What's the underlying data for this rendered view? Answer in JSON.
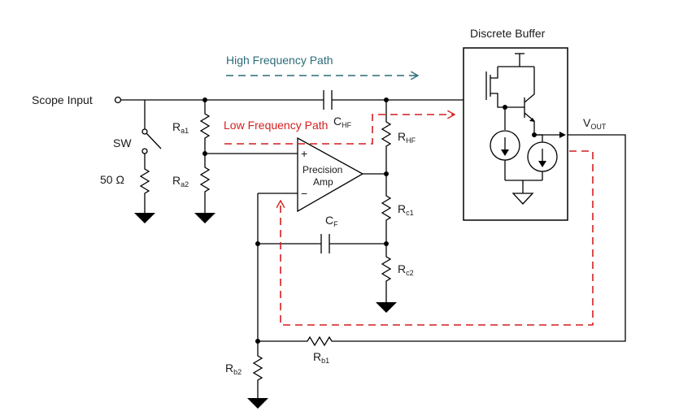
{
  "colors": {
    "hf_path": "#2b6b78",
    "lf_path": "#d21f1f",
    "wire": "#000000"
  },
  "labels": {
    "scope_input": "Scope Input",
    "sw": "SW",
    "r50": "50 Ω",
    "buffer_title": "Discrete Buffer",
    "hf_path": "High Frequency Path",
    "lf_path": "Low Frequency Path",
    "amp_line1": "Precision",
    "amp_line2": "Amp",
    "amp_plus": "+",
    "amp_minus": "−"
  },
  "components": {
    "ra1": {
      "main": "R",
      "sub": "a1"
    },
    "ra2": {
      "main": "R",
      "sub": "a2"
    },
    "chf": {
      "main": "C",
      "sub": "HF"
    },
    "rhf": {
      "main": "R",
      "sub": "HF"
    },
    "rc1": {
      "main": "R",
      "sub": "c1"
    },
    "rc2": {
      "main": "R",
      "sub": "c2"
    },
    "cf": {
      "main": "C",
      "sub": "F"
    },
    "rb1": {
      "main": "R",
      "sub": "b1"
    },
    "rb2": {
      "main": "R",
      "sub": "b2"
    },
    "vout": {
      "main": "V",
      "sub": "OUT"
    }
  }
}
